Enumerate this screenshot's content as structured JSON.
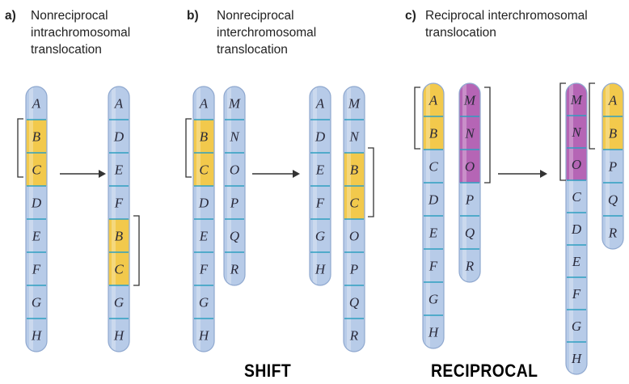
{
  "panels": [
    {
      "letter": "a)",
      "title": "Nonreciprocal\nintrachromosomal\ntranslocation"
    },
    {
      "letter": "b)",
      "title": "Nonreciprocal\ninterchromosomal\ntranslocation"
    },
    {
      "letter": "c)",
      "title": "Reciprocal interchromosomal\ntranslocation"
    }
  ],
  "captions": {
    "shift": "SHIFT",
    "reciprocal": "RECIPROCAL"
  },
  "colors": {
    "chromosome": "#b7cbe8",
    "outline": "#8fa8cf",
    "band_line": "#2f9fc0",
    "highlight_yellow": "#f2c94c",
    "highlight_purple": "#b565b5"
  },
  "chromosomes": [
    {
      "id": "a-before",
      "segments": [
        {
          "label": "A"
        },
        {
          "label": "B",
          "hl": "yellow"
        },
        {
          "label": "C",
          "hl": "yellow"
        },
        {
          "label": "D"
        },
        {
          "label": "E"
        },
        {
          "label": "F"
        },
        {
          "label": "G"
        },
        {
          "label": "H"
        }
      ]
    },
    {
      "id": "a-after",
      "segments": [
        {
          "label": "A"
        },
        {
          "label": "D"
        },
        {
          "label": "E"
        },
        {
          "label": "F"
        },
        {
          "label": "B",
          "hl": "yellow"
        },
        {
          "label": "C",
          "hl": "yellow"
        },
        {
          "label": "G"
        },
        {
          "label": "H"
        }
      ]
    },
    {
      "id": "b-before-1",
      "segments": [
        {
          "label": "A"
        },
        {
          "label": "B",
          "hl": "yellow"
        },
        {
          "label": "C",
          "hl": "yellow"
        },
        {
          "label": "D"
        },
        {
          "label": "E"
        },
        {
          "label": "F"
        },
        {
          "label": "G"
        },
        {
          "label": "H"
        }
      ]
    },
    {
      "id": "b-before-2",
      "segments": [
        {
          "label": "M"
        },
        {
          "label": "N"
        },
        {
          "label": "O"
        },
        {
          "label": "P"
        },
        {
          "label": "Q"
        },
        {
          "label": "R"
        }
      ]
    },
    {
      "id": "b-after-1",
      "segments": [
        {
          "label": "A"
        },
        {
          "label": "D"
        },
        {
          "label": "E"
        },
        {
          "label": "F"
        },
        {
          "label": "G"
        },
        {
          "label": "H"
        }
      ]
    },
    {
      "id": "b-after-2",
      "segments": [
        {
          "label": "M"
        },
        {
          "label": "N"
        },
        {
          "label": "B",
          "hl": "yellow"
        },
        {
          "label": "C",
          "hl": "yellow"
        },
        {
          "label": "O"
        },
        {
          "label": "P"
        },
        {
          "label": "Q"
        },
        {
          "label": "R"
        }
      ]
    },
    {
      "id": "c-before-1",
      "segments": [
        {
          "label": "A",
          "hl": "yellow"
        },
        {
          "label": "B",
          "hl": "yellow"
        },
        {
          "label": "C"
        },
        {
          "label": "D"
        },
        {
          "label": "E"
        },
        {
          "label": "F"
        },
        {
          "label": "G"
        },
        {
          "label": "H"
        }
      ]
    },
    {
      "id": "c-before-2",
      "segments": [
        {
          "label": "M",
          "hl": "purple"
        },
        {
          "label": "N",
          "hl": "purple"
        },
        {
          "label": "O",
          "hl": "purple"
        },
        {
          "label": "P"
        },
        {
          "label": "Q"
        },
        {
          "label": "R"
        }
      ]
    },
    {
      "id": "c-after-1",
      "segments": [
        {
          "label": "M",
          "hl": "purple"
        },
        {
          "label": "N",
          "hl": "purple"
        },
        {
          "label": "O",
          "hl": "purple"
        },
        {
          "label": "C"
        },
        {
          "label": "D"
        },
        {
          "label": "E"
        },
        {
          "label": "F"
        },
        {
          "label": "G"
        },
        {
          "label": "H"
        }
      ]
    },
    {
      "id": "c-after-2",
      "segments": [
        {
          "label": "A",
          "hl": "yellow"
        },
        {
          "label": "B",
          "hl": "yellow"
        },
        {
          "label": "P"
        },
        {
          "label": "Q"
        },
        {
          "label": "R"
        }
      ]
    }
  ]
}
